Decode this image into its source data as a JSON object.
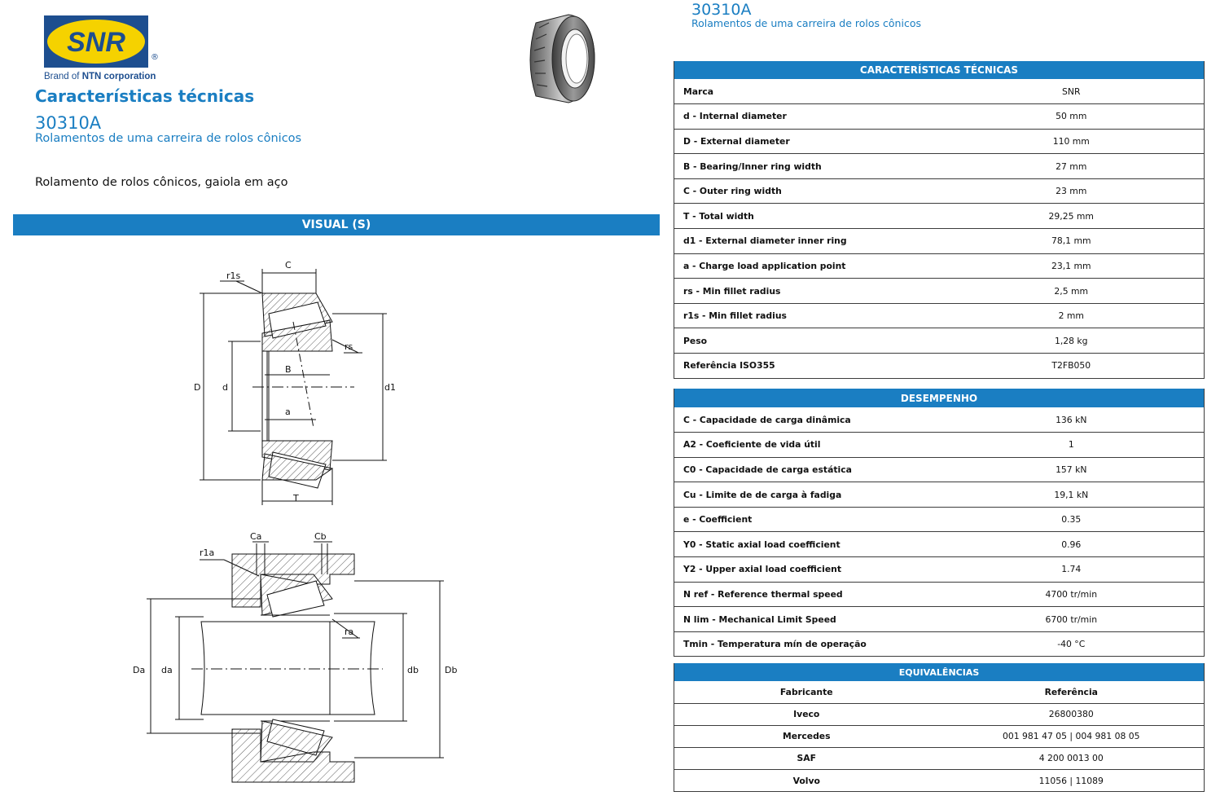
{
  "logo": {
    "text": "SNR",
    "registered": "®",
    "brand_of": "Brand of",
    "brand_corp": "NTN corporation"
  },
  "header": {
    "title": "Características técnicas",
    "code": "30310A",
    "subtitle": "Rolamentos de uma carreira de rolos cônicos",
    "description": "Rolamento de rolos cônicos, gaiola em aço"
  },
  "visual": {
    "bar_label": "VISUAL (S)"
  },
  "drawing1_labels": {
    "C": "C",
    "r1s": "r1s",
    "rs": "rs",
    "B": "B",
    "D": "D",
    "d": "d",
    "d1": "d1",
    "a": "a",
    "T": "T"
  },
  "drawing2_labels": {
    "Ca": "Ca",
    "Cb": "Cb",
    "r1a": "r1a",
    "ra": "ra",
    "Da": "Da",
    "da": "da",
    "db": "db",
    "Db": "Db"
  },
  "right_header": {
    "code": "30310A",
    "subtitle": "Rolamentos de uma carreira de rolos cônicos"
  },
  "tech": {
    "heading": "CARACTERÍSTICAS TÉCNICAS",
    "rows": [
      {
        "label": "Marca",
        "value": "SNR"
      },
      {
        "label": "d - Internal diameter",
        "value": "50 mm"
      },
      {
        "label": "D - External diameter",
        "value": "110 mm"
      },
      {
        "label": "B - Bearing/Inner ring width",
        "value": "27 mm"
      },
      {
        "label": "C - Outer ring width",
        "value": "23 mm"
      },
      {
        "label": "T - Total width",
        "value": "29,25 mm"
      },
      {
        "label": "d1 - External diameter inner ring",
        "value": "78,1 mm"
      },
      {
        "label": "a - Charge load application point",
        "value": "23,1 mm"
      },
      {
        "label": "rs - Min fillet radius",
        "value": "2,5 mm"
      },
      {
        "label": "r1s - Min fillet radius",
        "value": "2 mm"
      },
      {
        "label": "Peso",
        "value": "1,28 kg"
      },
      {
        "label": "Referência ISO355",
        "value": "T2FB050"
      }
    ]
  },
  "perf": {
    "heading": "DESEMPENHO",
    "rows": [
      {
        "label": "C - Capacidade de carga dinâmica",
        "value": "136 kN"
      },
      {
        "label": "A2 - Coeficiente de vida útil",
        "value": "1"
      },
      {
        "label": "C0 - Capacidade de carga estática",
        "value": "157 kN"
      },
      {
        "label": "Cu - Limite de de carga à fadiga",
        "value": "19,1 kN"
      },
      {
        "label": "e - Coefficient",
        "value": "0.35"
      },
      {
        "label": "Y0 - Static axial load coefficient",
        "value": "0.96"
      },
      {
        "label": "Y2 - Upper axial load coefficient",
        "value": "1.74"
      },
      {
        "label": "N ref - Reference thermal speed",
        "value": "4700 tr/min"
      },
      {
        "label": "N lim - Mechanical Limit Speed",
        "value": "6700 tr/min"
      },
      {
        "label": "Tmin - Temperatura mín de operação",
        "value": "-40 °C"
      }
    ]
  },
  "equiv": {
    "heading": "EQUIVALÊNCIAS",
    "col_maker": "Fabricante",
    "col_ref": "Referência",
    "rows": [
      {
        "maker": "Iveco",
        "ref": "26800380"
      },
      {
        "maker": "Mercedes",
        "ref": "001 981 47 05 | 004 981 08 05"
      },
      {
        "maker": "SAF",
        "ref": "4 200 0013 00"
      },
      {
        "maker": "Volvo",
        "ref": "11056 | 11089"
      }
    ]
  },
  "colors": {
    "accent": "#1a7ec2",
    "logo_yellow": "#f5d200",
    "logo_blue": "#1d4e8f"
  },
  "icons": {
    "logo": "snr-logo",
    "product": "tapered-roller-bearing-photo"
  }
}
